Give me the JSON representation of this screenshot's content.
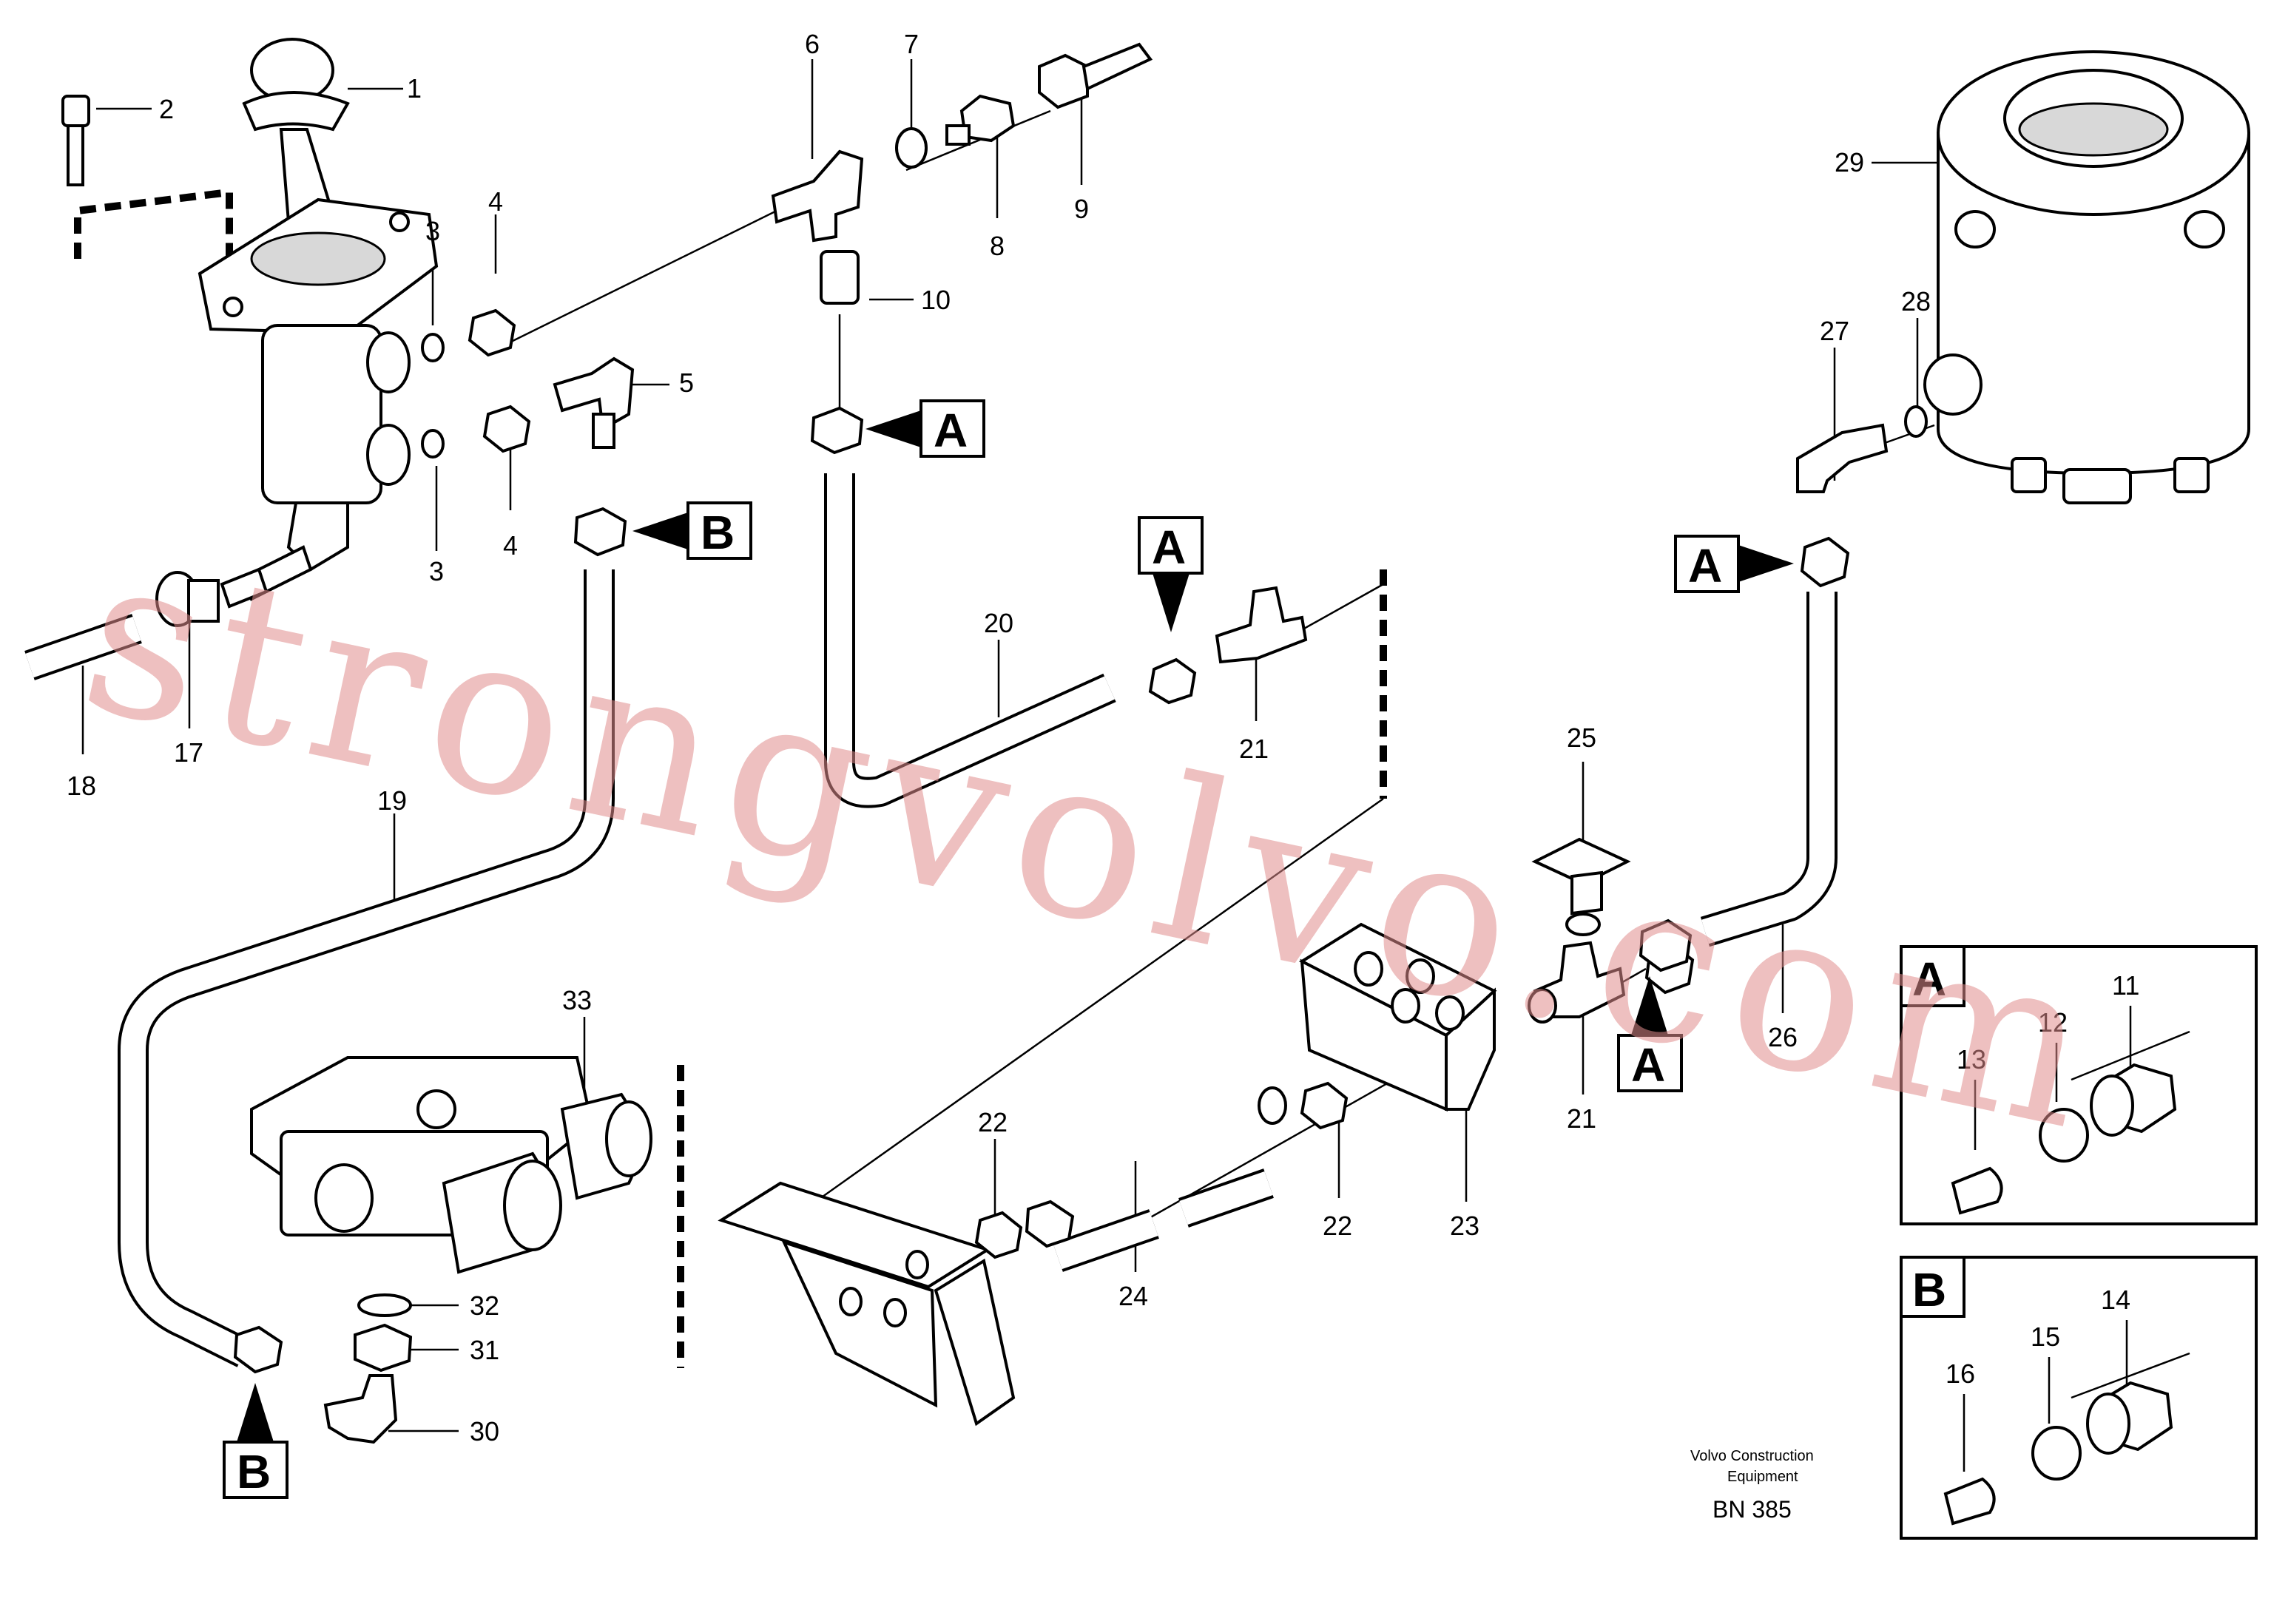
{
  "part_labels": [
    "1",
    "2",
    "3",
    "4",
    "5",
    "6",
    "7",
    "8",
    "9",
    "10",
    "3",
    "4",
    "17",
    "18",
    "19",
    "20",
    "21",
    "25",
    "21",
    "22",
    "22",
    "23",
    "24",
    "26",
    "27",
    "28",
    "29",
    "30",
    "31",
    "32",
    "33"
  ],
  "tags": {
    "a1": "A",
    "a2": "A",
    "a3": "A",
    "a4": "A",
    "b1": "B",
    "b2": "B"
  },
  "detail_boxes": {
    "a": {
      "letter": "A",
      "labels": [
        "11",
        "12",
        "13"
      ]
    },
    "b": {
      "letter": "B",
      "labels": [
        "14",
        "15",
        "16"
      ]
    }
  },
  "footer": {
    "line1": "Volvo Construction",
    "line2": "Equipment",
    "code": "BN 385"
  },
  "watermark": "strongvolvo.com"
}
